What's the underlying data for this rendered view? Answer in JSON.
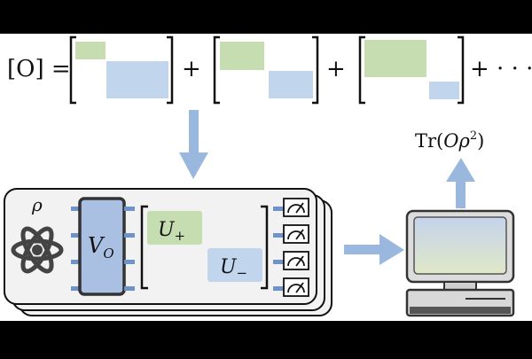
{
  "equation": {
    "lhs": "[O] =",
    "plus": "+",
    "ellipsis": "+ · · ·"
  },
  "output_label": {
    "prefix": "Tr(",
    "var": "Oρ",
    "exp": "2",
    "suffix": ")"
  },
  "device": {
    "state_label": "ρ",
    "encoder_label": {
      "main": "V",
      "sub": "O"
    },
    "unitary_plus": {
      "main": "U",
      "sub": "+"
    },
    "unitary_minus": {
      "main": "U",
      "sub": "−"
    }
  },
  "colors": {
    "green_block": "#c6ddb1",
    "blue_block": "#c1d5ec",
    "arrow": "#9ab8dd",
    "encoder_fill": "#a9c0e2",
    "panel_fill": "#f2f2f2",
    "background_band": "#000000"
  },
  "icons": [
    "atom-icon",
    "meter-icon",
    "computer-icon"
  ]
}
